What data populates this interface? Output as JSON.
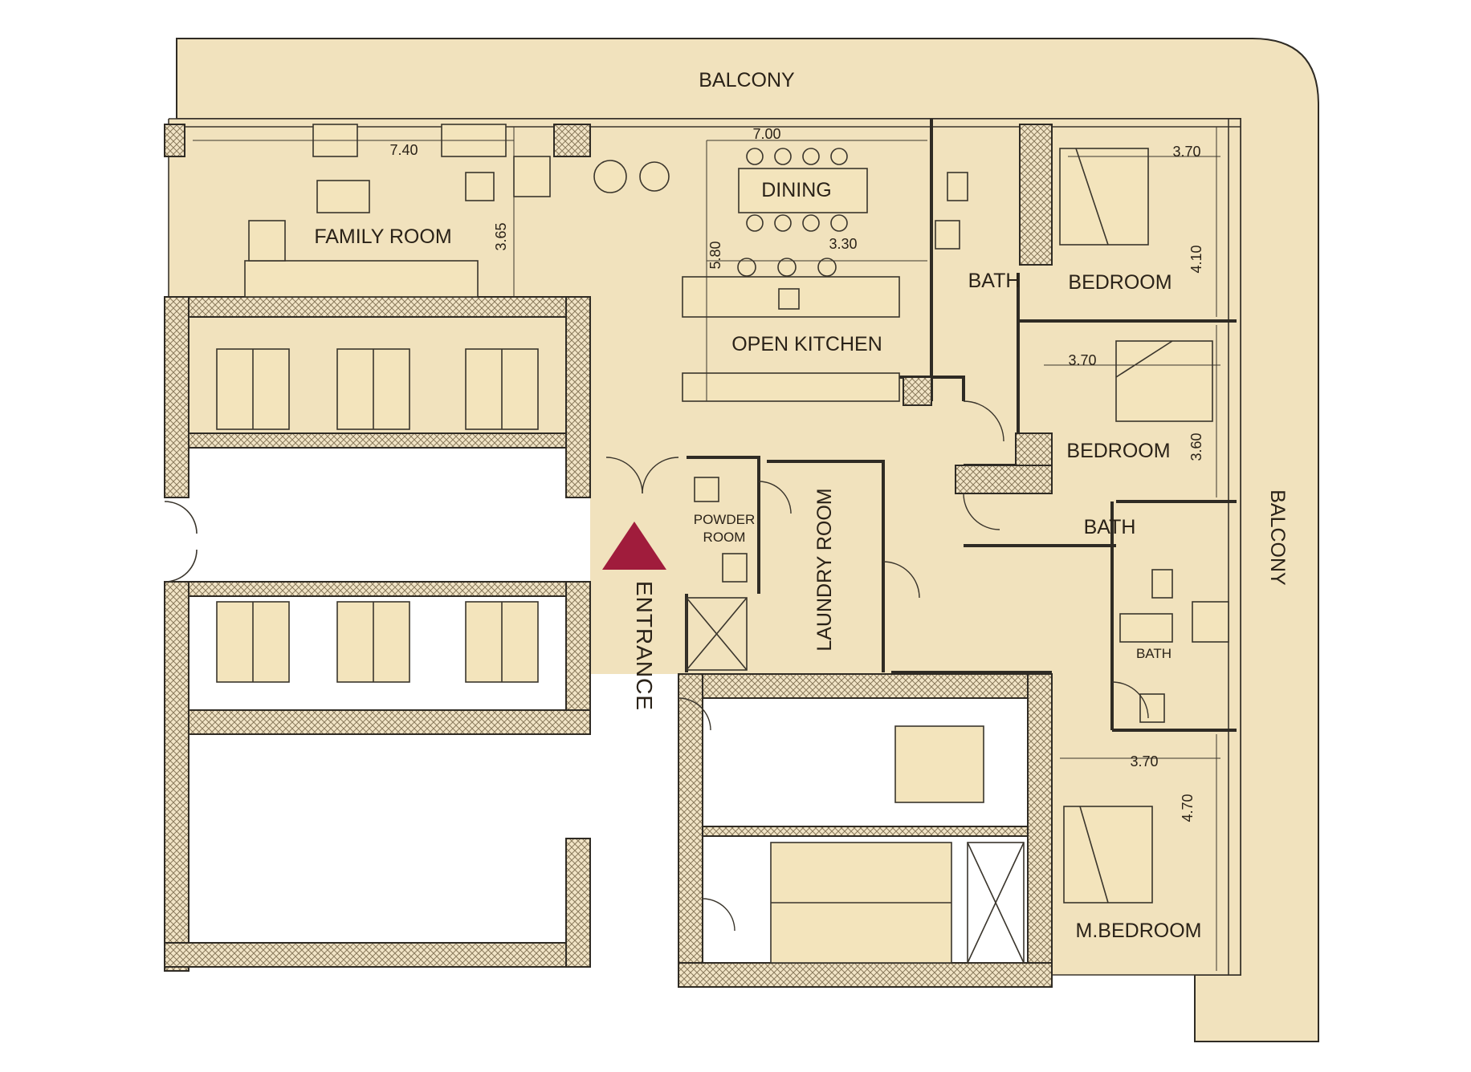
{
  "rooms": {
    "balcony_top": "BALCONY",
    "balcony_right": "BALCONY",
    "family_room": "FAMILY ROOM",
    "dining": "DINING",
    "open_kitchen": "OPEN KITCHEN",
    "bath_1": "BATH",
    "bedroom_1": "BEDROOM",
    "bedroom_2": "BEDROOM",
    "bath_2": "BATH",
    "bath_3": "BATH",
    "powder_room_line1": "POWDER",
    "powder_room_line2": "ROOM",
    "laundry_room": "LAUNDRY ROOM",
    "master_bedroom": "M.BEDROOM",
    "entrance": "ENTRANCE"
  },
  "dimensions": {
    "family_width": "7.40",
    "family_depth": "3.65",
    "dining_width": "7.00",
    "kitchen_depth": "5.80",
    "kitchen_width": "3.30",
    "bed1_width": "3.70",
    "bed1_depth": "4.10",
    "bed2_width": "3.70",
    "bed2_depth": "3.60",
    "mbed_width": "3.70",
    "mbed_depth": "4.70"
  },
  "colors": {
    "floor": "#f1e2bd",
    "wall_fill": "#f1e4c6",
    "hatch": "#8a7a5c",
    "outline": "#2f2b24",
    "entrance_marker": "#a01c3c"
  }
}
